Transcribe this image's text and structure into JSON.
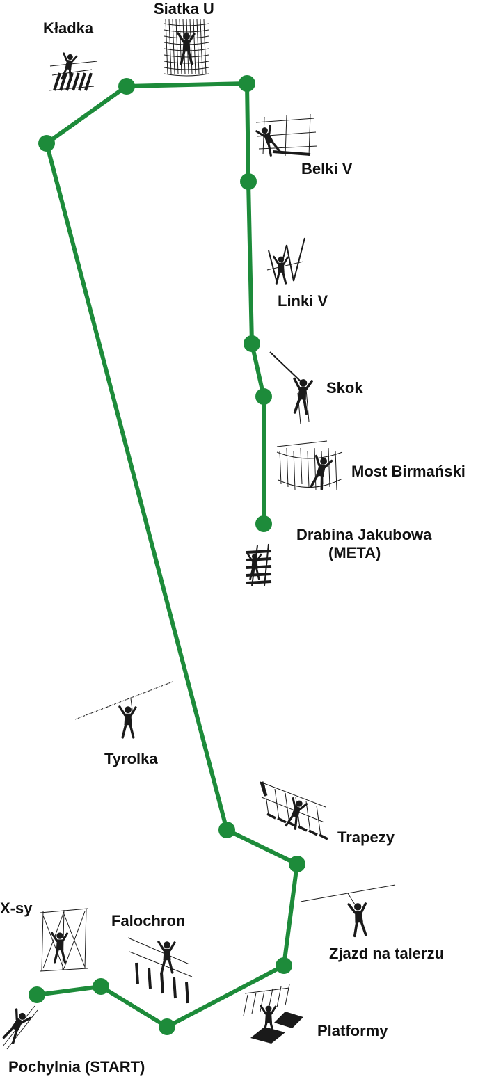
{
  "route_color": "#1d8b3a",
  "figure_color": "#1a1a1a",
  "stations": [
    {
      "id": "kladka",
      "label": "Kładka",
      "icon": "footbridge-icon"
    },
    {
      "id": "siatka-u",
      "label": "Siatka U",
      "icon": "u-net-icon"
    },
    {
      "id": "belki-v",
      "label": "Belki V",
      "icon": "v-beams-icon"
    },
    {
      "id": "linki-v",
      "label": "Linki V",
      "icon": "v-ropes-icon"
    },
    {
      "id": "skok",
      "label": "Skok",
      "icon": "jump-icon"
    },
    {
      "id": "most-birmanski",
      "label": "Most Birmański",
      "icon": "burmese-bridge-icon"
    },
    {
      "id": "drabina-jakubowa",
      "label": "Drabina Jakubowa",
      "label2": "(META)",
      "icon": "jacob-ladder-icon"
    },
    {
      "id": "tyrolka",
      "label": "Tyrolka",
      "icon": "zipline-icon"
    },
    {
      "id": "trapezy",
      "label": "Trapezy",
      "icon": "trapeze-icon"
    },
    {
      "id": "zjazd",
      "label": "Zjazd na talerzu",
      "icon": "plate-slide-icon"
    },
    {
      "id": "platformy",
      "label": "Platformy",
      "icon": "platforms-icon"
    },
    {
      "id": "falochron",
      "label": "Falochron",
      "icon": "breakwater-icon"
    },
    {
      "id": "x-sy",
      "label": "X-sy",
      "icon": "x-ropes-icon"
    },
    {
      "id": "pochylnia",
      "label": "Pochylnia (START)",
      "icon": "ramp-icon"
    }
  ]
}
